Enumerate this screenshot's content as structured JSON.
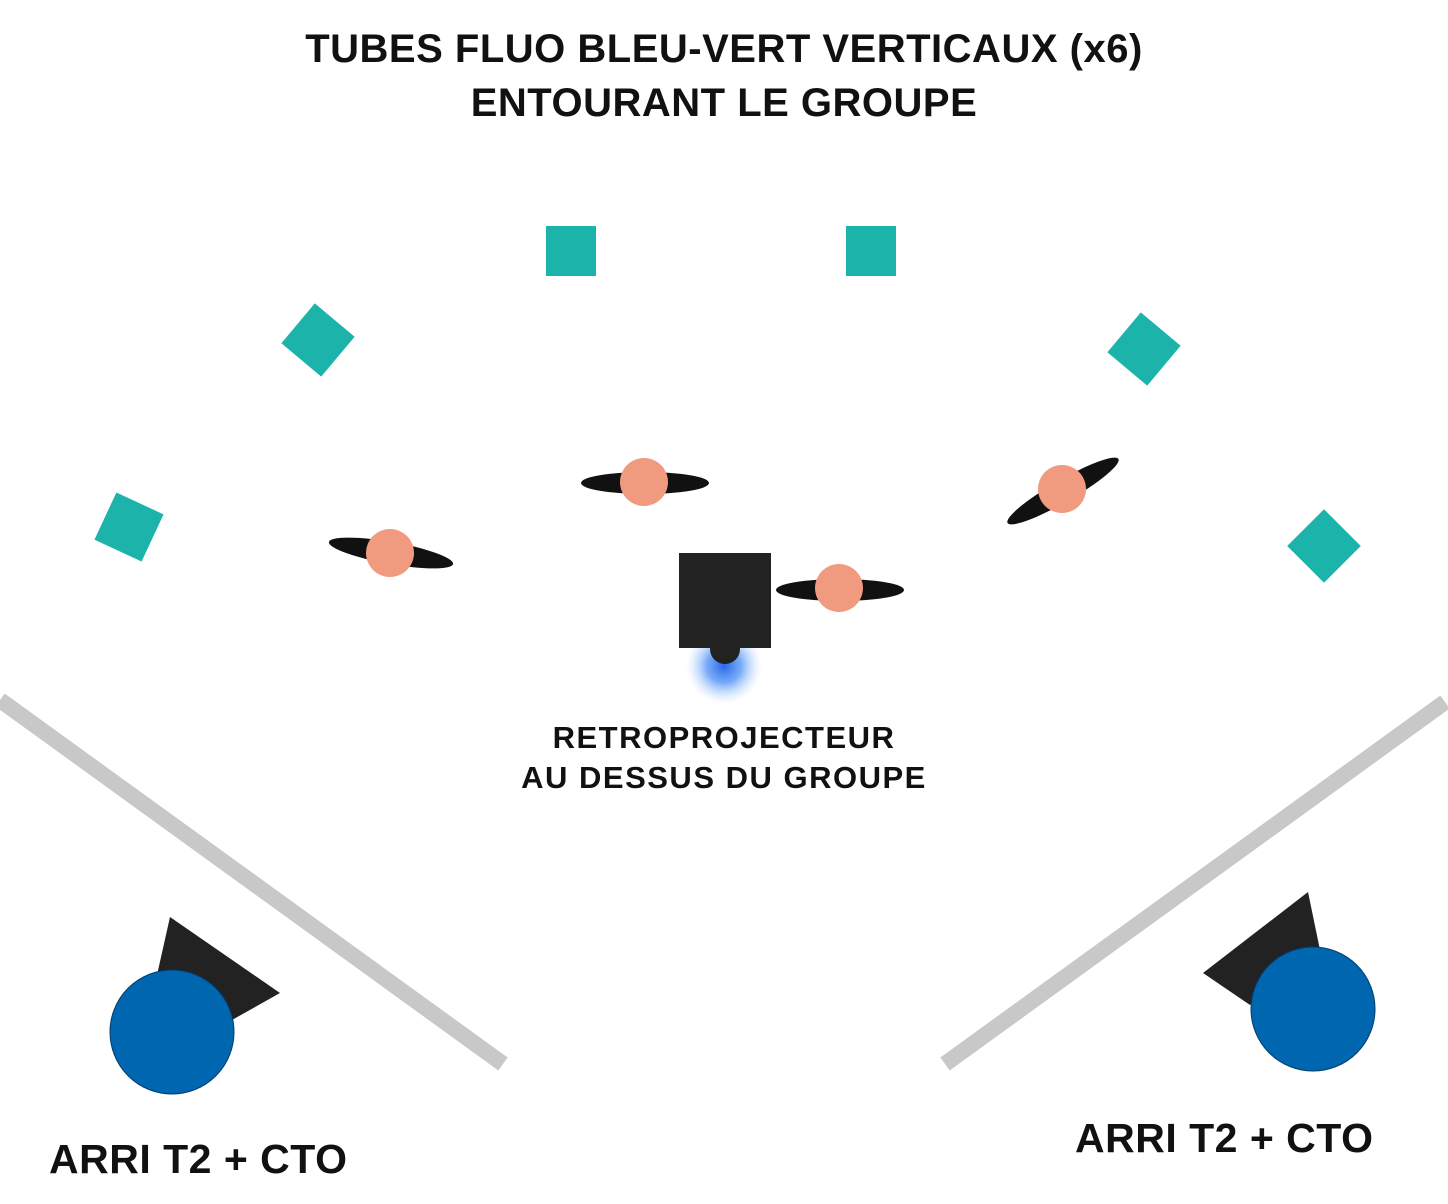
{
  "title": {
    "line1": "TUBES FLUO BLEU-VERT VERTICAUX (x6)",
    "line2": "ENTOURANT LE GROUPE"
  },
  "projector": {
    "line1": "RETROPROJECTEUR",
    "line2": "AU DESSUS DU GROUPE"
  },
  "camera_left": {
    "label": "ARRI T2 + CTO"
  },
  "camera_right": {
    "label": "ARRI T2 + CTO"
  },
  "colors": {
    "fluo_tube": "#1cb3ab",
    "person_head": "#f09a80",
    "person_shoulders": "#111111",
    "projector_body": "#222222",
    "projector_glow": "#4a8ff5",
    "lamp_body": "#0066b0",
    "barndoor": "#222222",
    "flag": "#c8c8c8"
  }
}
